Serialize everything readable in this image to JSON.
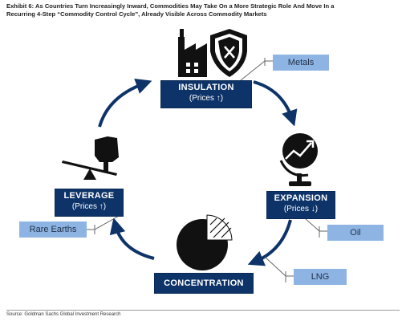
{
  "title": {
    "line1": "Exhibit 6: As Countries Turn Increasingly Inward, Commodities May Take On a More Strategic Role And Move In a",
    "line2": "Recurring 4-Step “Commodity Control Cycle”, Already Visible Across Commodity Markets"
  },
  "stages": {
    "insulation": {
      "name": "INSULATION",
      "prices": "(Prices ↑)",
      "icon": "factory-shield-icon"
    },
    "expansion": {
      "name": "EXPANSION",
      "prices": "(Prices ↓)",
      "icon": "globe-chart-icon"
    },
    "concentration": {
      "name": "CONCENTRATION",
      "prices": "",
      "icon": "pie-chart-icon"
    },
    "leverage": {
      "name": "LEVERAGE",
      "prices": "(Prices ↑)",
      "icon": "seesaw-hand-icon"
    }
  },
  "tags": {
    "metals": "Metals",
    "oil": "Oil",
    "lng": "LNG",
    "rare_earths": "Rare Earths"
  },
  "colors": {
    "navy": "#0d3368",
    "tag_fill": "#8eb4e3",
    "icon": "#111111"
  },
  "source": "Source: Goldman Sachs Global Investment Research"
}
